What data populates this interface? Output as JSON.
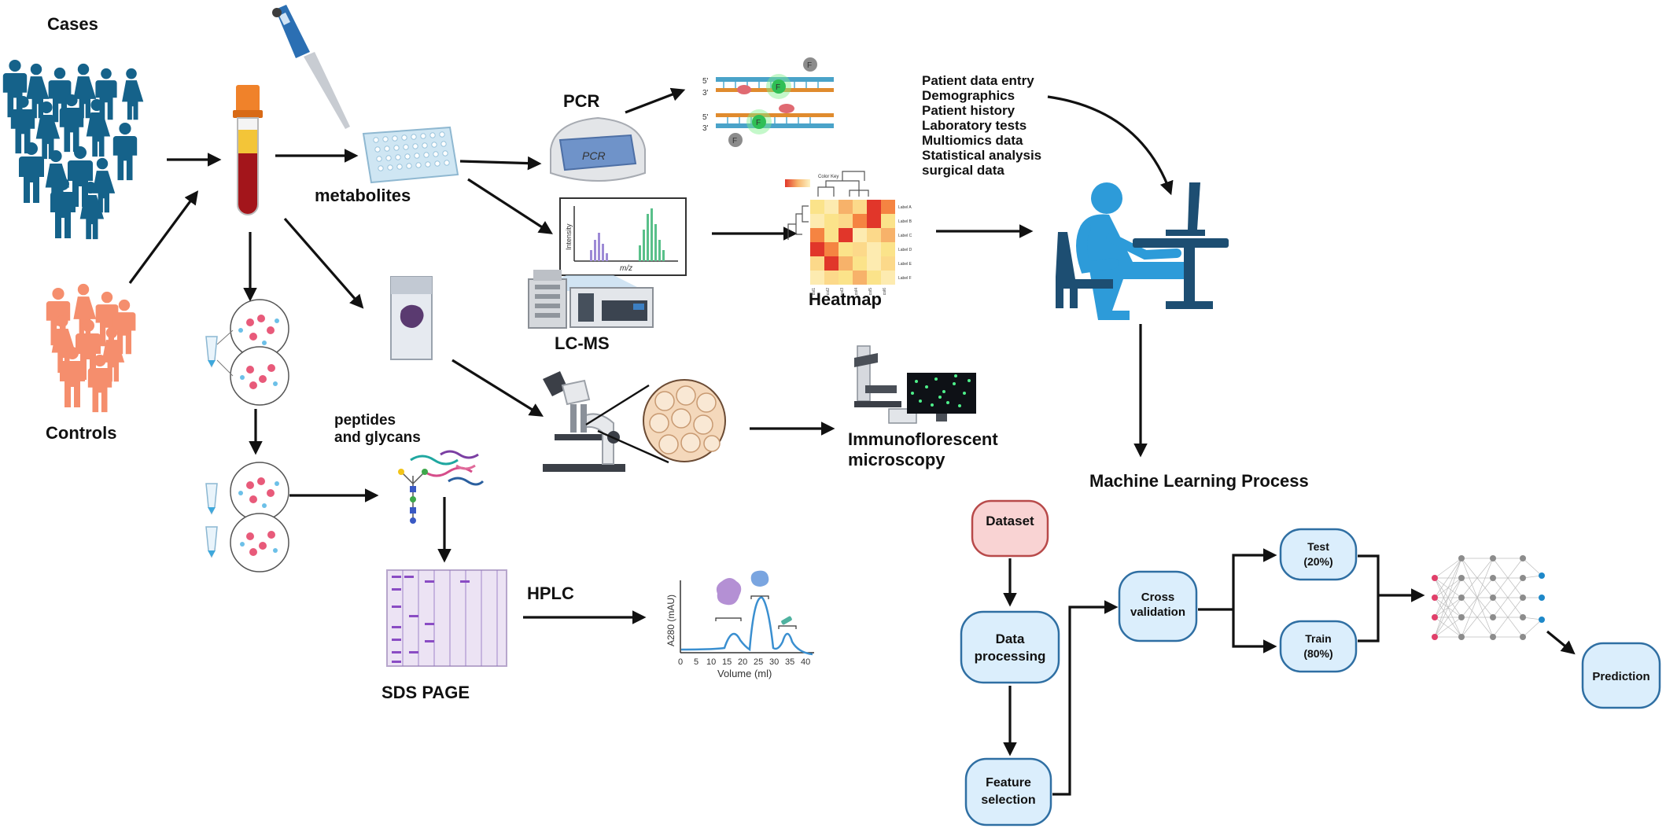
{
  "labels": {
    "cases": "Cases",
    "controls": "Controls",
    "metabolites": "metabolites",
    "pcr": "PCR",
    "lcms": "LC-MS",
    "heatmap": "Heatmap",
    "peptides_line1": "peptides",
    "peptides_line2": "and glycans",
    "immuno_line1": "Immunoflorescent",
    "immuno_line2": "microscopy",
    "hplc": "HPLC",
    "sds_page": "SDS PAGE",
    "ml_process": "Machine Learning Process",
    "pcr_machine_text": "PCR",
    "pcr_f1": "F",
    "pcr_f2": "F",
    "pcr_strand_labels": [
      "5'",
      "3'",
      "5'",
      "3'"
    ],
    "ms_y_axis": "Intensity",
    "ms_x_axis": "m/z",
    "chrom_y_axis": "A280 (mAU)",
    "chrom_x_axis": "Volume (ml)",
    "chrom_ticks": [
      "0",
      "5",
      "10",
      "15",
      "20",
      "25",
      "30",
      "35",
      "40"
    ],
    "heatmap_legend": "Color Key",
    "heatmap_rows": [
      "Label A",
      "Label B",
      "Label C",
      "Label D",
      "Label E",
      "Label F"
    ],
    "heatmap_cols": [
      "col1",
      "col2",
      "col3",
      "col4",
      "col5",
      "col6"
    ]
  },
  "patient_data": [
    "Patient data entry",
    "Demographics",
    "Patient history",
    "Laboratory tests",
    "Multiomics data",
    "Statistical analysis",
    "surgical data"
  ],
  "ml_nodes": {
    "dataset": "Dataset",
    "data_processing_1": "Data",
    "data_processing_2": "processing",
    "feature_selection_1": "Feature",
    "feature_selection_2": "selection",
    "cross_validation_1": "Cross",
    "cross_validation_2": "validation",
    "test_1": "Test",
    "test_2": "(20%)",
    "train_1": "Train",
    "train_2": "(80%)",
    "prediction": "Prediction"
  },
  "colors": {
    "cases": "#15628a",
    "controls": "#f58e6d",
    "dataset_fill": "#f9d3d3",
    "dataset_stroke": "#b84a4a",
    "ml_fill": "#dbeefc",
    "ml_stroke": "#2f6fa3",
    "person_blue": "#2d9bd9",
    "desk_dark": "#1d4e72"
  }
}
